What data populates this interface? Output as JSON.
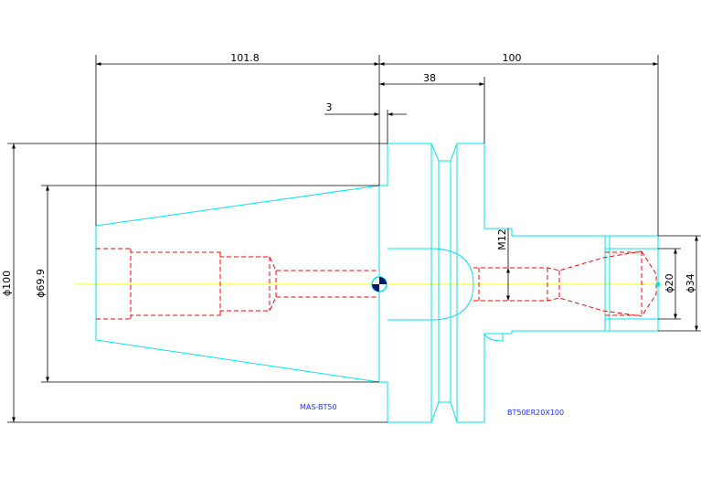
{
  "colors": {
    "background": "#ffffff",
    "outline": "#00e5ee",
    "hidden": "#ff0000",
    "centerline": "#ffff00",
    "dimension": "#000000",
    "label": "#2030ff",
    "marker_dark": "#001a66"
  },
  "dimensions": {
    "taper_length": "101.8",
    "overall_length": "100",
    "flange_to_neck": "38",
    "gap": "3",
    "shank_diameter": "ϕ100",
    "taper_diameter": "ϕ69.9",
    "thread": "M12",
    "bore_diameter": "ϕ20",
    "nose_diameter": "ϕ34"
  },
  "labels": {
    "left_part": "MAS-BT50",
    "right_part": "BT50ER20X100"
  }
}
